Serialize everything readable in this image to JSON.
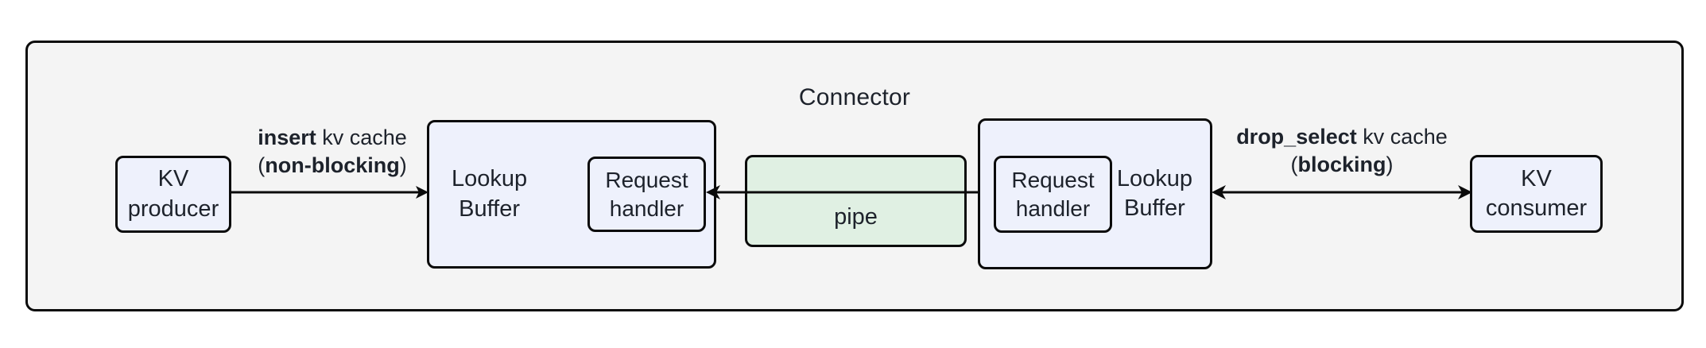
{
  "diagram": {
    "title": "Connector",
    "container_color": "#f4f4f4",
    "node_fill_blue": "#eef1fc",
    "node_fill_green": "#e0f0e3",
    "stroke_color": "#0b0b0b",
    "text_color": "#1d222b"
  },
  "nodes": {
    "kv_producer": {
      "label": "KV\nproducer"
    },
    "lookup_buffer_left": {
      "label": "Lookup\nBuffer"
    },
    "request_handler_left": {
      "label": "Request\nhandler"
    },
    "pipe": {
      "label": "pipe"
    },
    "request_handler_right": {
      "label": "Request\nhandler"
    },
    "lookup_buffer_right": {
      "label": "Lookup\nBuffer"
    },
    "kv_consumer": {
      "label": "KV\nconsumer"
    }
  },
  "edges": {
    "insert": {
      "op": "insert",
      "op_suffix": " kv cache",
      "mode_open": "(",
      "mode": "non-blocking",
      "mode_close": ")",
      "direction": "right",
      "from": "kv_producer",
      "to": "lookup_buffer_left"
    },
    "pipe_to_left_handler": {
      "label": "",
      "direction": "left",
      "from": "pipe",
      "to": "request_handler_left"
    },
    "pipe_to_right_handler": {
      "label": "",
      "direction": "right",
      "from": "pipe",
      "to": "request_handler_right"
    },
    "drop_select": {
      "op": "drop_select",
      "op_suffix": " kv cache",
      "mode_open": "(",
      "mode": "blocking",
      "mode_close": ")",
      "direction": "bidirectional",
      "from": "lookup_buffer_right",
      "to": "kv_consumer"
    }
  }
}
